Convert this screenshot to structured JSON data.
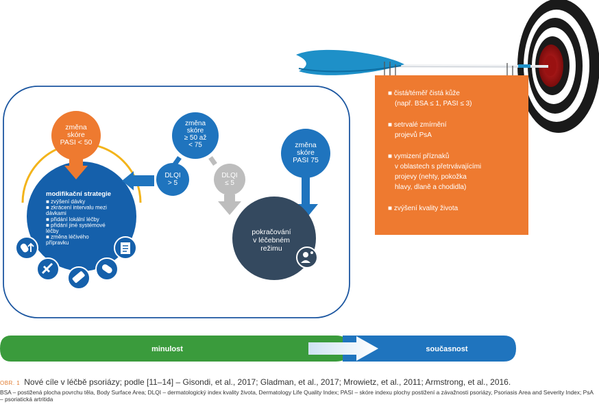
{
  "left_panel": {
    "orange_bubble": [
      "změna",
      "skóre",
      "PASI < 50"
    ],
    "blue_bubble_top": [
      "změna",
      "skóre",
      "≥ 50 až",
      "< 75"
    ],
    "blue_bubble_right": [
      "změna",
      "skóre",
      "PASI 75"
    ],
    "dlqi_high": [
      "DLQI",
      "> 5"
    ],
    "dlqi_low": [
      "DLQI",
      "≤ 5"
    ],
    "modification": {
      "title": "modifikační strategie",
      "items": [
        "■ zvýšení dávky",
        "■ zkrácení intervalu mezi",
        "   dávkami",
        "■ přidání lokální léčby",
        "■ přidání jiné systémové",
        "   léčby",
        "■ změna léčivého",
        "   přípravku"
      ]
    },
    "continuation": [
      "pokračování",
      "v léčebném",
      "režimu"
    ]
  },
  "goals": [
    [
      "■ čistá/téměř čistá kůže",
      "(např. BSA ≤ 1, PASI ≤ 3)"
    ],
    [
      "■ setrvalé zmírnění",
      "projevů PsA"
    ],
    [
      "■ vymizení příznaků",
      "v oblastech s přetrvávajícími",
      "projevy (nehty, pokožka",
      "hlavy, dlaně a chodidla)"
    ],
    [
      "■ zvýšení kvality života"
    ]
  ],
  "timeline": {
    "past": "minulost",
    "present": "současnost"
  },
  "caption": {
    "label": "OBR. 1",
    "title": "Nové cíle v léčbě psoriázy; podle [11–14] – Gisondi, et al., 2017; Gladman, et al., 2017; Mrowietz, et al., 2011; Armstrong, et al., 2016.",
    "abbreviations": "BSA – postižená plocha povrchu těla, Body Surface Area; DLQI – dermatologický index kvality života, Dermatology Life Quality Index; PASI – skóre indexu plochy postižení a závažnosti psoriázy, Psoriasis Area and Severity Index; PsA – psoriatická artritida"
  },
  "colors": {
    "orange": "#ee7a30",
    "dark_blue": "#1560ab",
    "mid_blue": "#1f74be",
    "navy": "#34495f",
    "grey": "#bdbdbd",
    "green": "#3a9b3c",
    "yellow": "#f3b41b"
  }
}
